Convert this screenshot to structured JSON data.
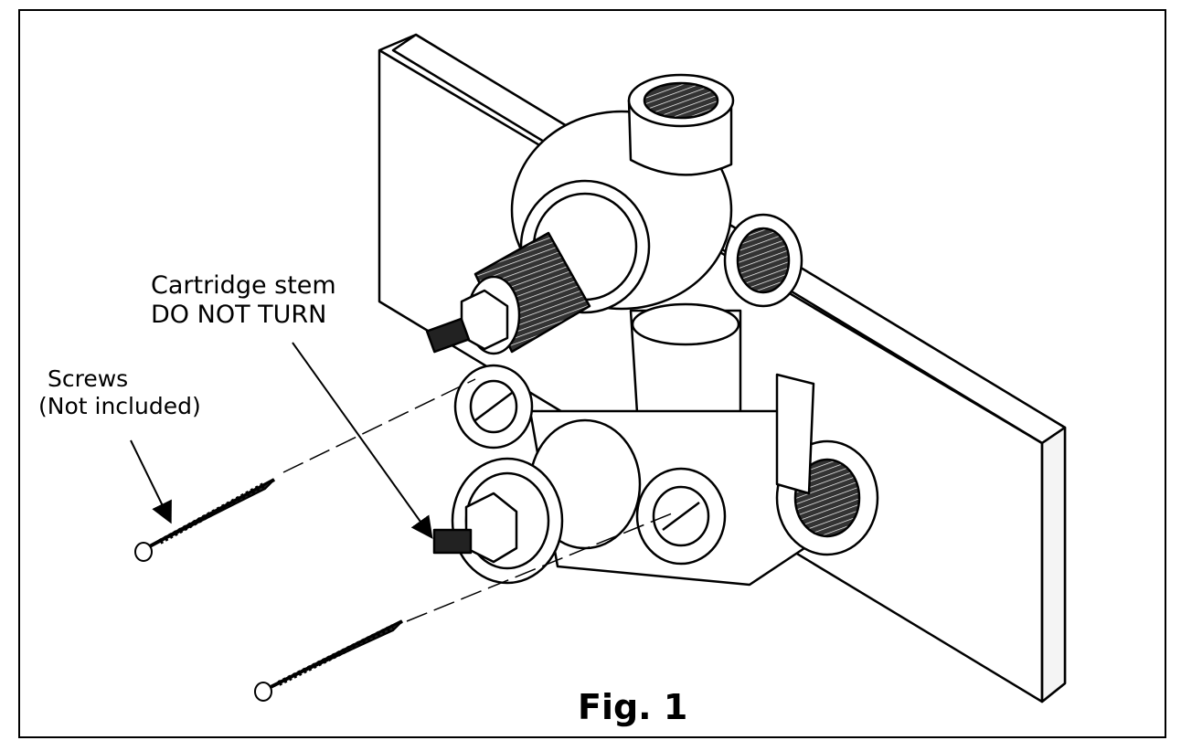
{
  "figure": {
    "caption": "Fig. 1"
  },
  "labels": {
    "cartridge_line1": "Cartridge stem",
    "cartridge_line2": "DO NOT TURN",
    "screws_line1": "Screws",
    "screws_line2": "(Not included)"
  },
  "colors": {
    "line": "#000000",
    "background": "#ffffff",
    "thread_fill": "#1a1a1a"
  },
  "icons": {
    "valve": "valve-body-drawing",
    "board": "mounting-board-drawing",
    "screw": "wood-screw-drawing",
    "arrow": "leader-arrow"
  }
}
